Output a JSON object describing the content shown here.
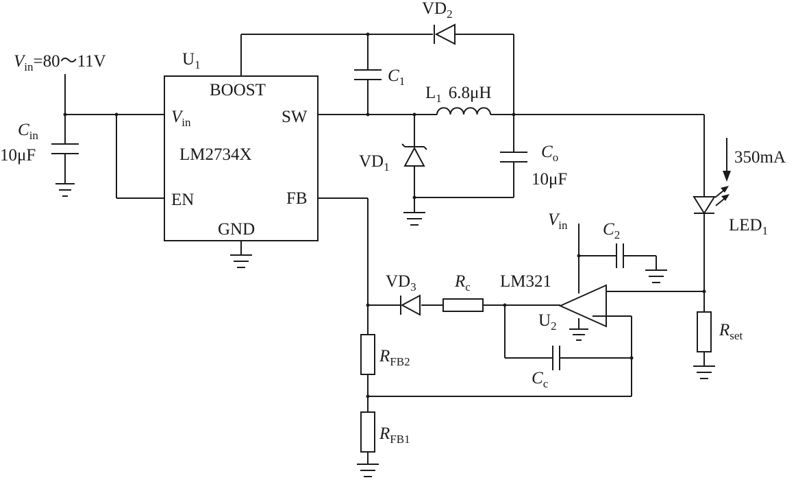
{
  "source": {
    "var": "V",
    "sub": "in",
    "rest": "=80～11V"
  },
  "u1": {
    "ref": "U",
    "ref_sub": "1",
    "boost": "BOOST",
    "vin": "V",
    "vin_sub": "in",
    "sw": "SW",
    "part": "LM2734X",
    "en": "EN",
    "fb": "FB",
    "gnd": "GND"
  },
  "cin": {
    "name": "C",
    "sub": "in",
    "value": "10μF"
  },
  "vd2": {
    "name": "VD",
    "sub": "2"
  },
  "c1": {
    "name": "C",
    "sub": "1"
  },
  "l1": {
    "name": "L",
    "sub": "1",
    "value": "6.8μH"
  },
  "vd1": {
    "name": "VD",
    "sub": "1"
  },
  "co": {
    "name": "C",
    "sub": "o",
    "value": "10μF"
  },
  "led": {
    "current": "350mA",
    "name": "LED",
    "sub": "1"
  },
  "rset": {
    "name": "R",
    "sub": "set"
  },
  "u2": {
    "vin": "V",
    "vin_sub": "in",
    "c2": "C",
    "c2_sub": "2",
    "part": "LM321",
    "ref": "U",
    "ref_sub": "2"
  },
  "vd3": {
    "name": "VD",
    "sub": "3"
  },
  "rc": {
    "name": "R",
    "sub": "c"
  },
  "cc": {
    "name": "C",
    "sub": "c"
  },
  "rfb2": {
    "name": "R",
    "sub": "FB2"
  },
  "rfb1": {
    "name": "R",
    "sub": "FB1"
  }
}
